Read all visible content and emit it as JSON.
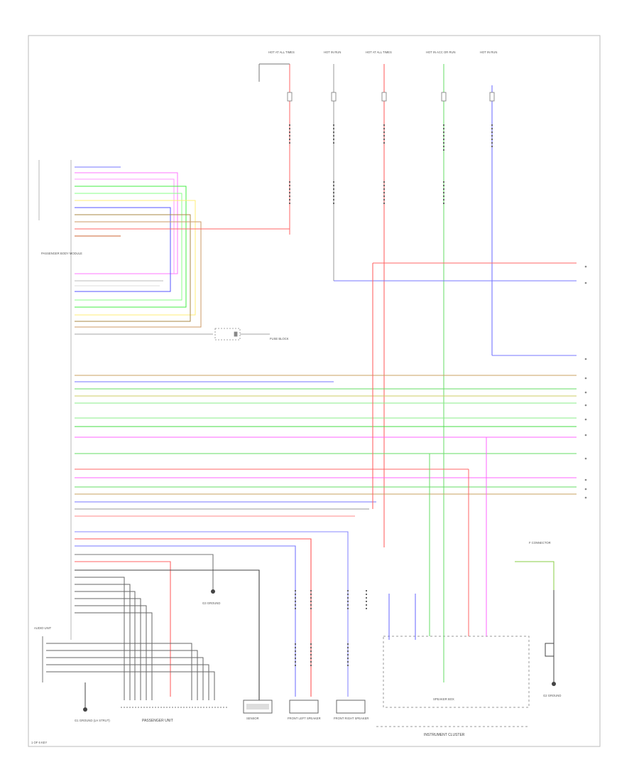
{
  "diagram": {
    "tag": "1 OF 6 KEY",
    "bottom_labels": {
      "audio_unit": "AUDIO UNIT",
      "passenger_unit": "PASSENGER UNIT",
      "sensor": "SENSOR",
      "front_left_speaker": "FRONT LEFT SPEAKER",
      "front_right_speaker": "FRONT RIGHT SPEAKER",
      "speaker_box": "SPEAKER BOX",
      "instrument_cluster": "INSTRUMENT CLUSTER",
      "ground_left": "G1 GROUND (LH STRUT)",
      "ground_right": "G2 GROUND",
      "ground_center": "G3 GROUND"
    },
    "top_sources": [
      "HOT AT ALL TIMES",
      "HOT IN RUN",
      "HOT AT ALL TIMES",
      "HOT IN ACC OR RUN",
      "HOT IN RUN"
    ],
    "connector_labels": {
      "left_connector": "PASSENGER BODY MODULE",
      "right_connector": "INSTRUMENT CLUSTER",
      "fuse_block": "FUSE BLOCK",
      "legend": "F CONNECTOR"
    }
  }
}
